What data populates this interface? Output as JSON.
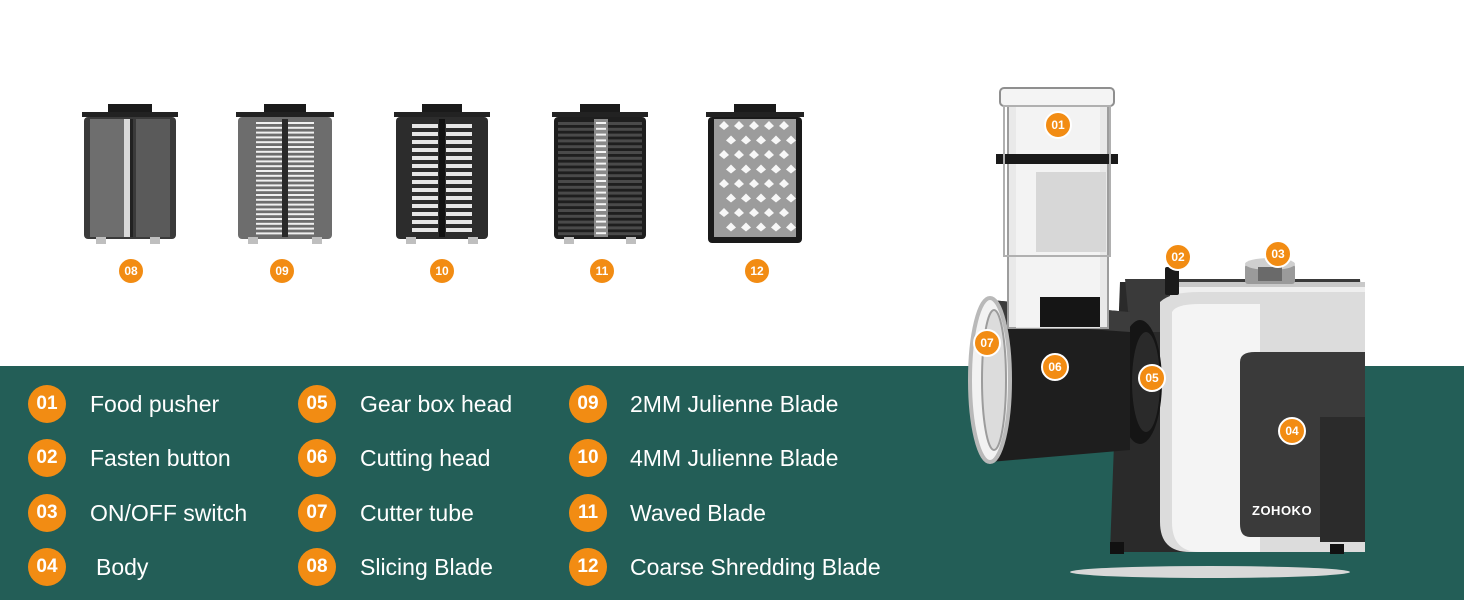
{
  "blades": [
    {
      "number": "08",
      "type": "slicing"
    },
    {
      "number": "09",
      "type": "julienne-2mm"
    },
    {
      "number": "10",
      "type": "julienne-4mm"
    },
    {
      "number": "11",
      "type": "waved"
    },
    {
      "number": "12",
      "type": "coarse-shredding"
    }
  ],
  "machine": {
    "brand": "ZOHOKO",
    "callouts": [
      "01",
      "02",
      "03",
      "04",
      "05",
      "06",
      "07"
    ]
  },
  "legend": [
    {
      "number": "01",
      "label": "Food pusher"
    },
    {
      "number": "02",
      "label": "Fasten button"
    },
    {
      "number": "03",
      "label": "ON/OFF switch"
    },
    {
      "number": "04",
      "label": "Body"
    },
    {
      "number": "05",
      "label": "Gear box head"
    },
    {
      "number": "06",
      "label": "Cutting head"
    },
    {
      "number": "07",
      "label": "Cutter tube"
    },
    {
      "number": "08",
      "label": "Slicing Blade"
    },
    {
      "number": "09",
      "label": "2MM Julienne Blade"
    },
    {
      "number": "10",
      "label": "4MM Julienne Blade"
    },
    {
      "number": "11",
      "label": "Waved Blade"
    },
    {
      "number": "12",
      "label": "Coarse Shredding Blade"
    }
  ],
  "colors": {
    "accent": "#f28c13",
    "band": "#235e57",
    "text": "#ffffff"
  }
}
